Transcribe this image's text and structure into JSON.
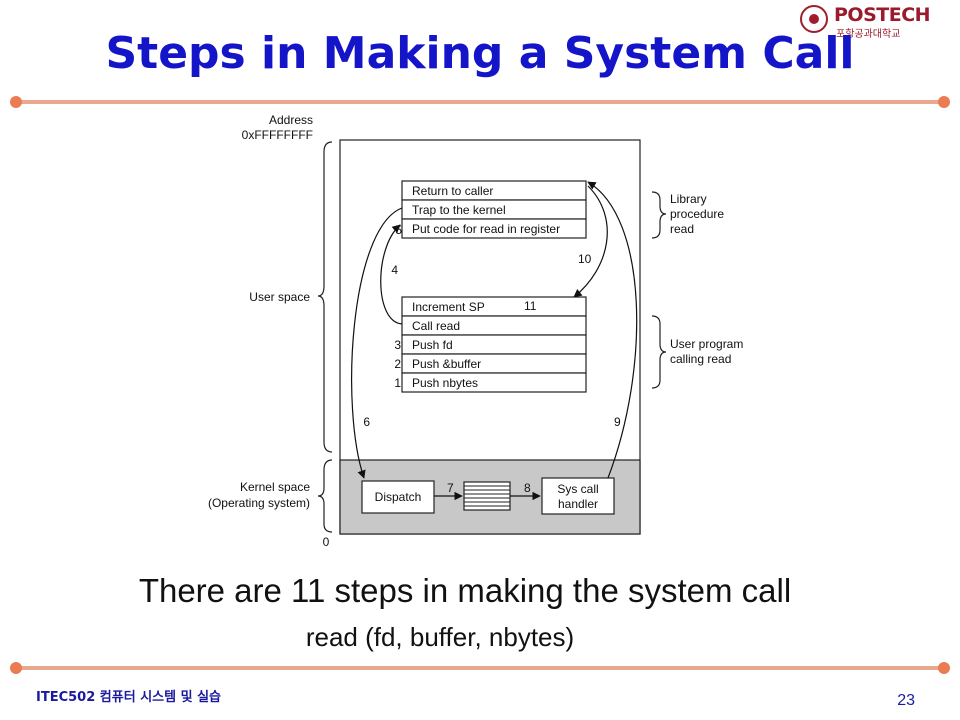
{
  "logo": {
    "name": "POSTECH",
    "sub": "포항공과대학교"
  },
  "title": "Steps in Making a System Call",
  "diagram": {
    "address_label": "Address",
    "address_top": "0xFFFFFFFF",
    "address_bottom": "0",
    "user_space": "User space",
    "kernel_space": "Kernel space",
    "operating_system": "(Operating system)",
    "library_label": [
      "Library",
      "procedure",
      "read"
    ],
    "user_program_label": [
      "User program",
      "calling read"
    ],
    "library_boxes": [
      "Return to caller",
      "Trap to the kernel",
      "Put code for read in register"
    ],
    "program_boxes": [
      "Increment SP",
      "Call read",
      "Push fd",
      "Push &buffer",
      "Push nbytes"
    ],
    "dispatch": "Dispatch",
    "syscall_handler": [
      "Sys call",
      "handler"
    ],
    "steps": {
      "s1": "1",
      "s2": "2",
      "s3": "3",
      "s4": "4",
      "s5": "5",
      "s6": "6",
      "s7": "7",
      "s8": "8",
      "s9": "9",
      "s10": "10",
      "s11": "11"
    }
  },
  "caption": "There are 11 steps in making the system call",
  "caption_code": "read (fd, buffer, nbytes)",
  "footer": "ITEC502 컴퓨터 시스템 및 실습",
  "page_number": "23",
  "colors": {
    "title": "#1414c8",
    "rule": "#e8a78f",
    "dot": "#ea7c52",
    "kernel_fill": "#c8c8c8"
  }
}
